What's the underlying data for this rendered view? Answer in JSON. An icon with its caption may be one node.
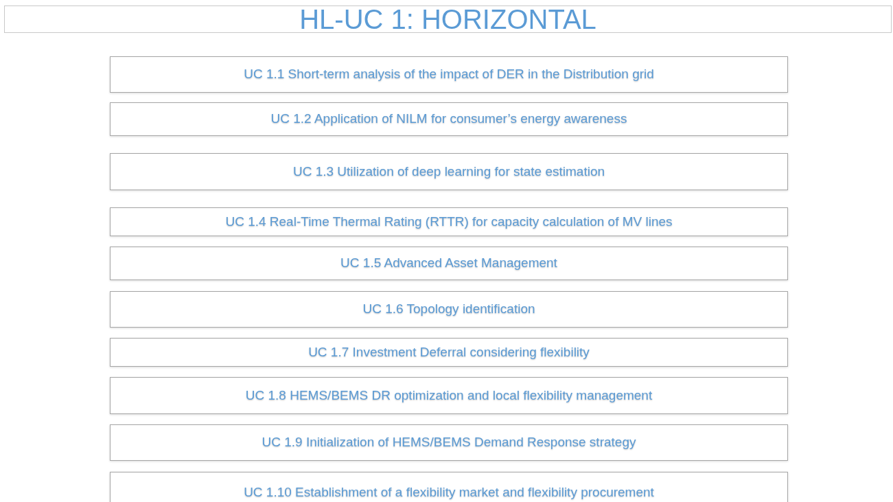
{
  "diagram": {
    "title": "HL-UC 1: HORIZONTAL",
    "nodes": [
      {
        "text": [
          "UC 1.1 Short-term analysis of the impact of DER in the Distribution grid"
        ]
      },
      {
        "text": [
          "UC 1.2 Application of NILM for consumer’s energy awareness"
        ]
      },
      {
        "text": [
          "UC 1.3 Utilization of deep learning for state estimation"
        ]
      },
      {
        "text": [
          "UC 1.4 Real-Time Thermal Rating (RTTR) for capacity calculation of MV lines"
        ]
      },
      {
        "text": [
          "UC 1.5 Advanced Asset Management"
        ]
      },
      {
        "text": [
          "UC 1.6 Topology identification"
        ]
      },
      {
        "text": [
          "UC 1.7 Investment Deferral considering flexibility"
        ]
      },
      {
        "text": [
          "UC 1.8 HEMS/BEMS DR optimization and local flexibility management"
        ]
      },
      {
        "text": [
          "UC 1.9 Initialization of HEMS/BEMS Demand Response strategy"
        ]
      },
      {
        "text": [
          "UC 1.10 Establishment of a flexibility market and flexibility procurement"
        ]
      }
    ]
  }
}
